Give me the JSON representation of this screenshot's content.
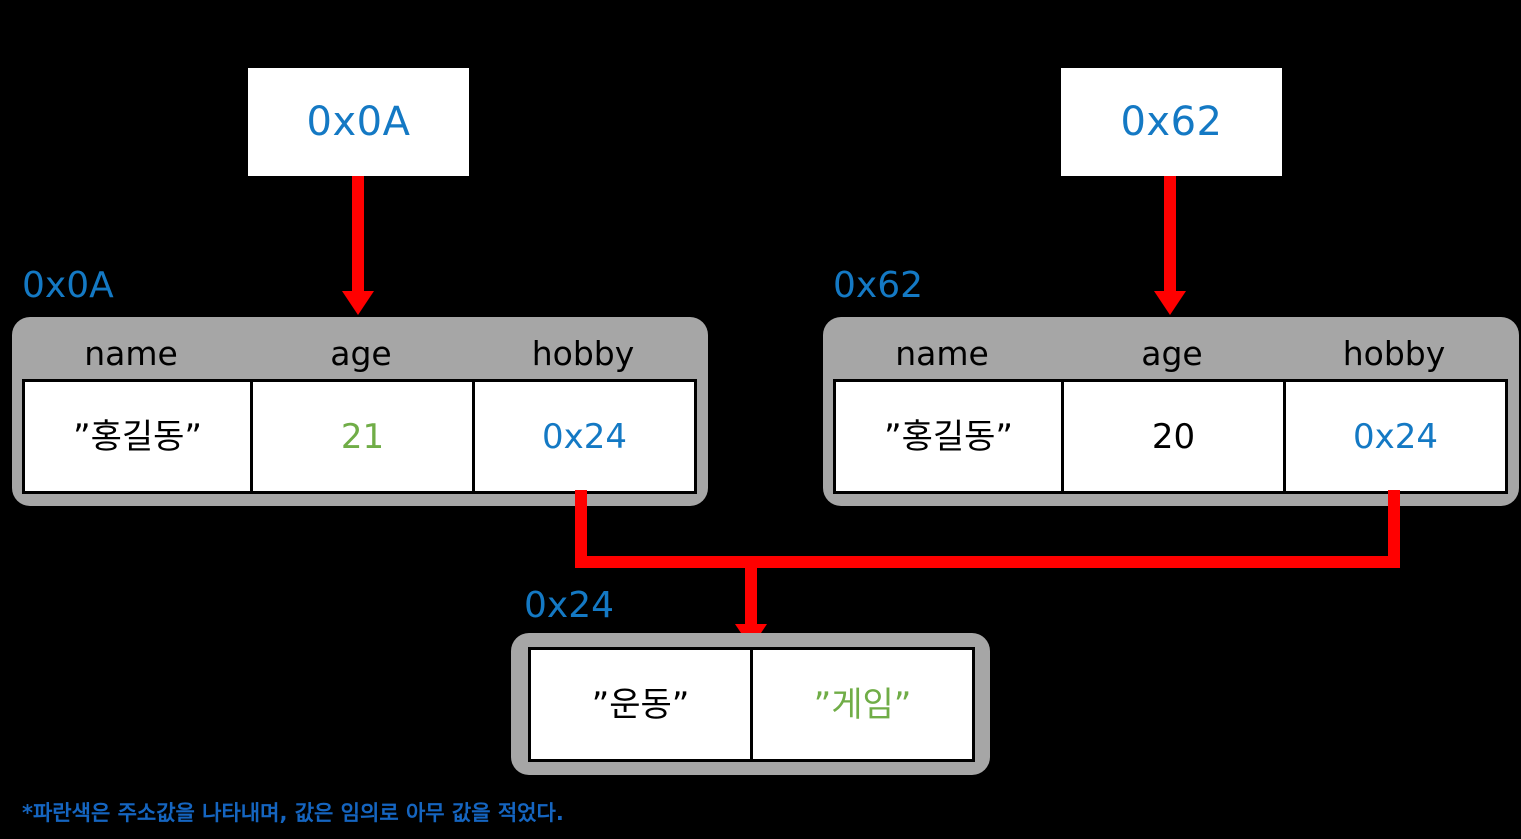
{
  "diagram": {
    "title": "Struct pointer memory layout diagram",
    "colors": {
      "background": "#000000",
      "address_blue": "#1479C4",
      "value_green": "#70AD47",
      "arrow_red": "#FF0000",
      "card_gray": "#A6A6A6",
      "cell_white": "#FFFFFF",
      "footnote_blue": "#1565C0"
    }
  },
  "pointer_boxes": [
    {
      "id": "ptr-left",
      "value": "0x0A"
    },
    {
      "id": "ptr-right",
      "value": "0x62"
    }
  ],
  "structs": [
    {
      "id": "struct-left",
      "address_label": "0x0A",
      "headers": [
        "name",
        "age",
        "hobby"
      ],
      "values": [
        {
          "text": "”홍길동”",
          "color": "black"
        },
        {
          "text": "21",
          "color": "green"
        },
        {
          "text": "0x24",
          "color": "blue"
        }
      ]
    },
    {
      "id": "struct-right",
      "address_label": "0x62",
      "headers": [
        "name",
        "age",
        "hobby"
      ],
      "values": [
        {
          "text": "”홍길동”",
          "color": "black"
        },
        {
          "text": "20",
          "color": "black"
        },
        {
          "text": "0x24",
          "color": "blue"
        }
      ]
    }
  ],
  "array": {
    "id": "array-hobby",
    "address_label": "0x24",
    "values": [
      {
        "text": "”운동”",
        "color": "black"
      },
      {
        "text": "”게임”",
        "color": "green"
      }
    ]
  },
  "footnote": {
    "text": "*파란색은 주소값을 나타내며, 값은 임의로 아무 값을 적었다."
  }
}
